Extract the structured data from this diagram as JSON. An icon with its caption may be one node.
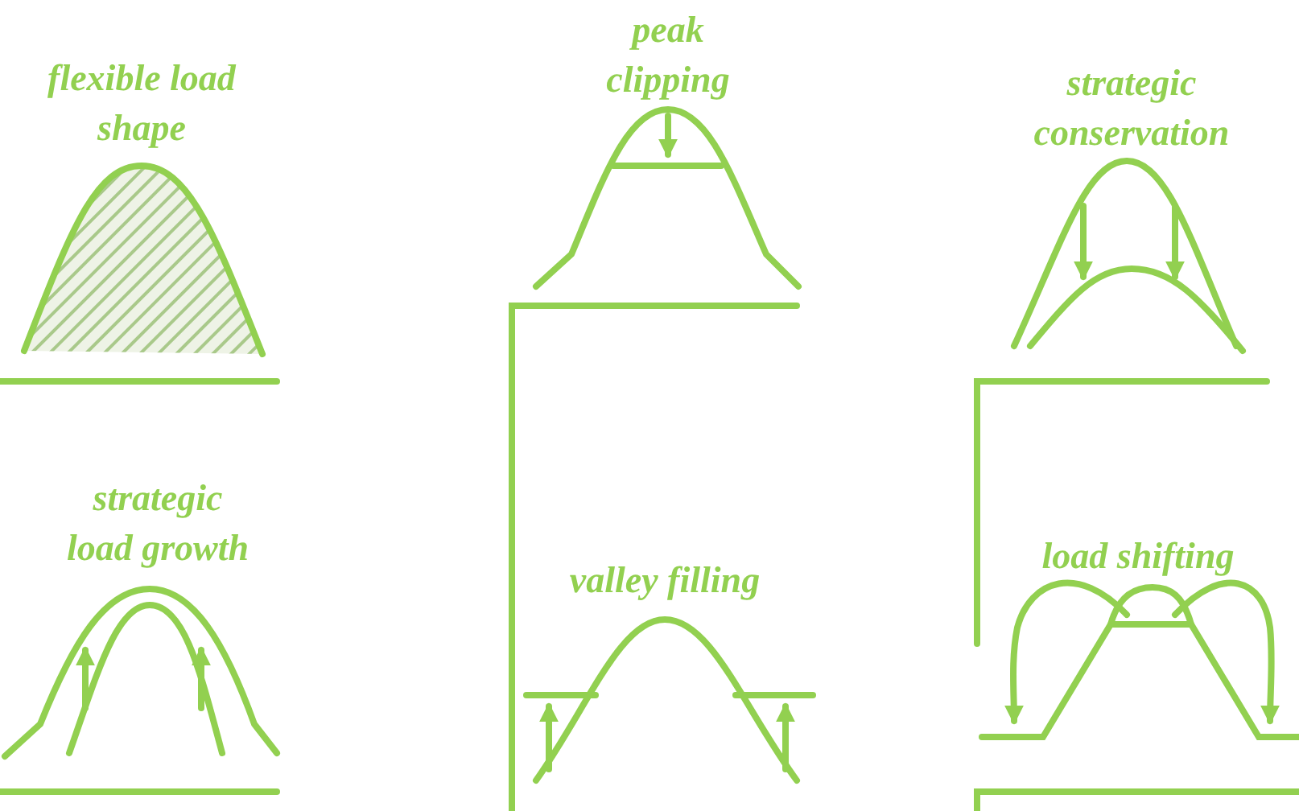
{
  "diagram": {
    "labels": [
      "flexible load shape",
      "peak clipping",
      "strategic conservation",
      "strategic load growth",
      "valley filling",
      "load shifting"
    ]
  }
}
